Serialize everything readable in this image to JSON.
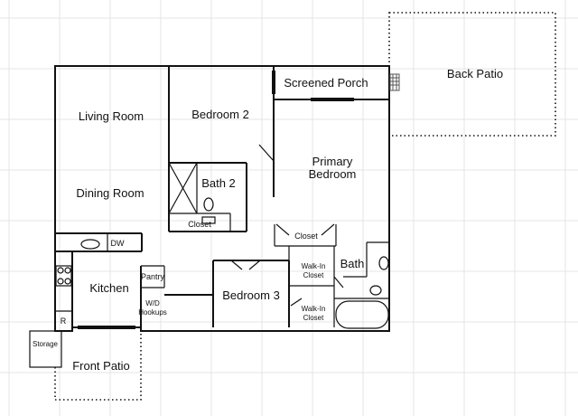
{
  "rooms": {
    "back_patio": "Back Patio",
    "screened_porch": "Screened Porch",
    "living_room": "Living Room",
    "bedroom_2": "Bedroom 2",
    "primary_bedroom_line1": "Primary",
    "primary_bedroom_line2": "Bedroom",
    "dining_room": "Dining Room",
    "bath_2": "Bath 2",
    "closet_bath2": "Closet",
    "closet_primary": "Closet",
    "dw": "DW",
    "bath": "Bath",
    "pantry": "Pantry",
    "kitchen": "Kitchen",
    "walkin_closet_1_line1": "Walk-In",
    "walkin_closet_1_line2": "Closet",
    "wd_line1": "W/D",
    "wd_line2": "Hookups",
    "bedroom_3": "Bedroom 3",
    "walkin_closet_2_line1": "Walk-In",
    "walkin_closet_2_line2": "Closet",
    "r": "R",
    "storage": "Storage",
    "front_patio": "Front Patio"
  }
}
